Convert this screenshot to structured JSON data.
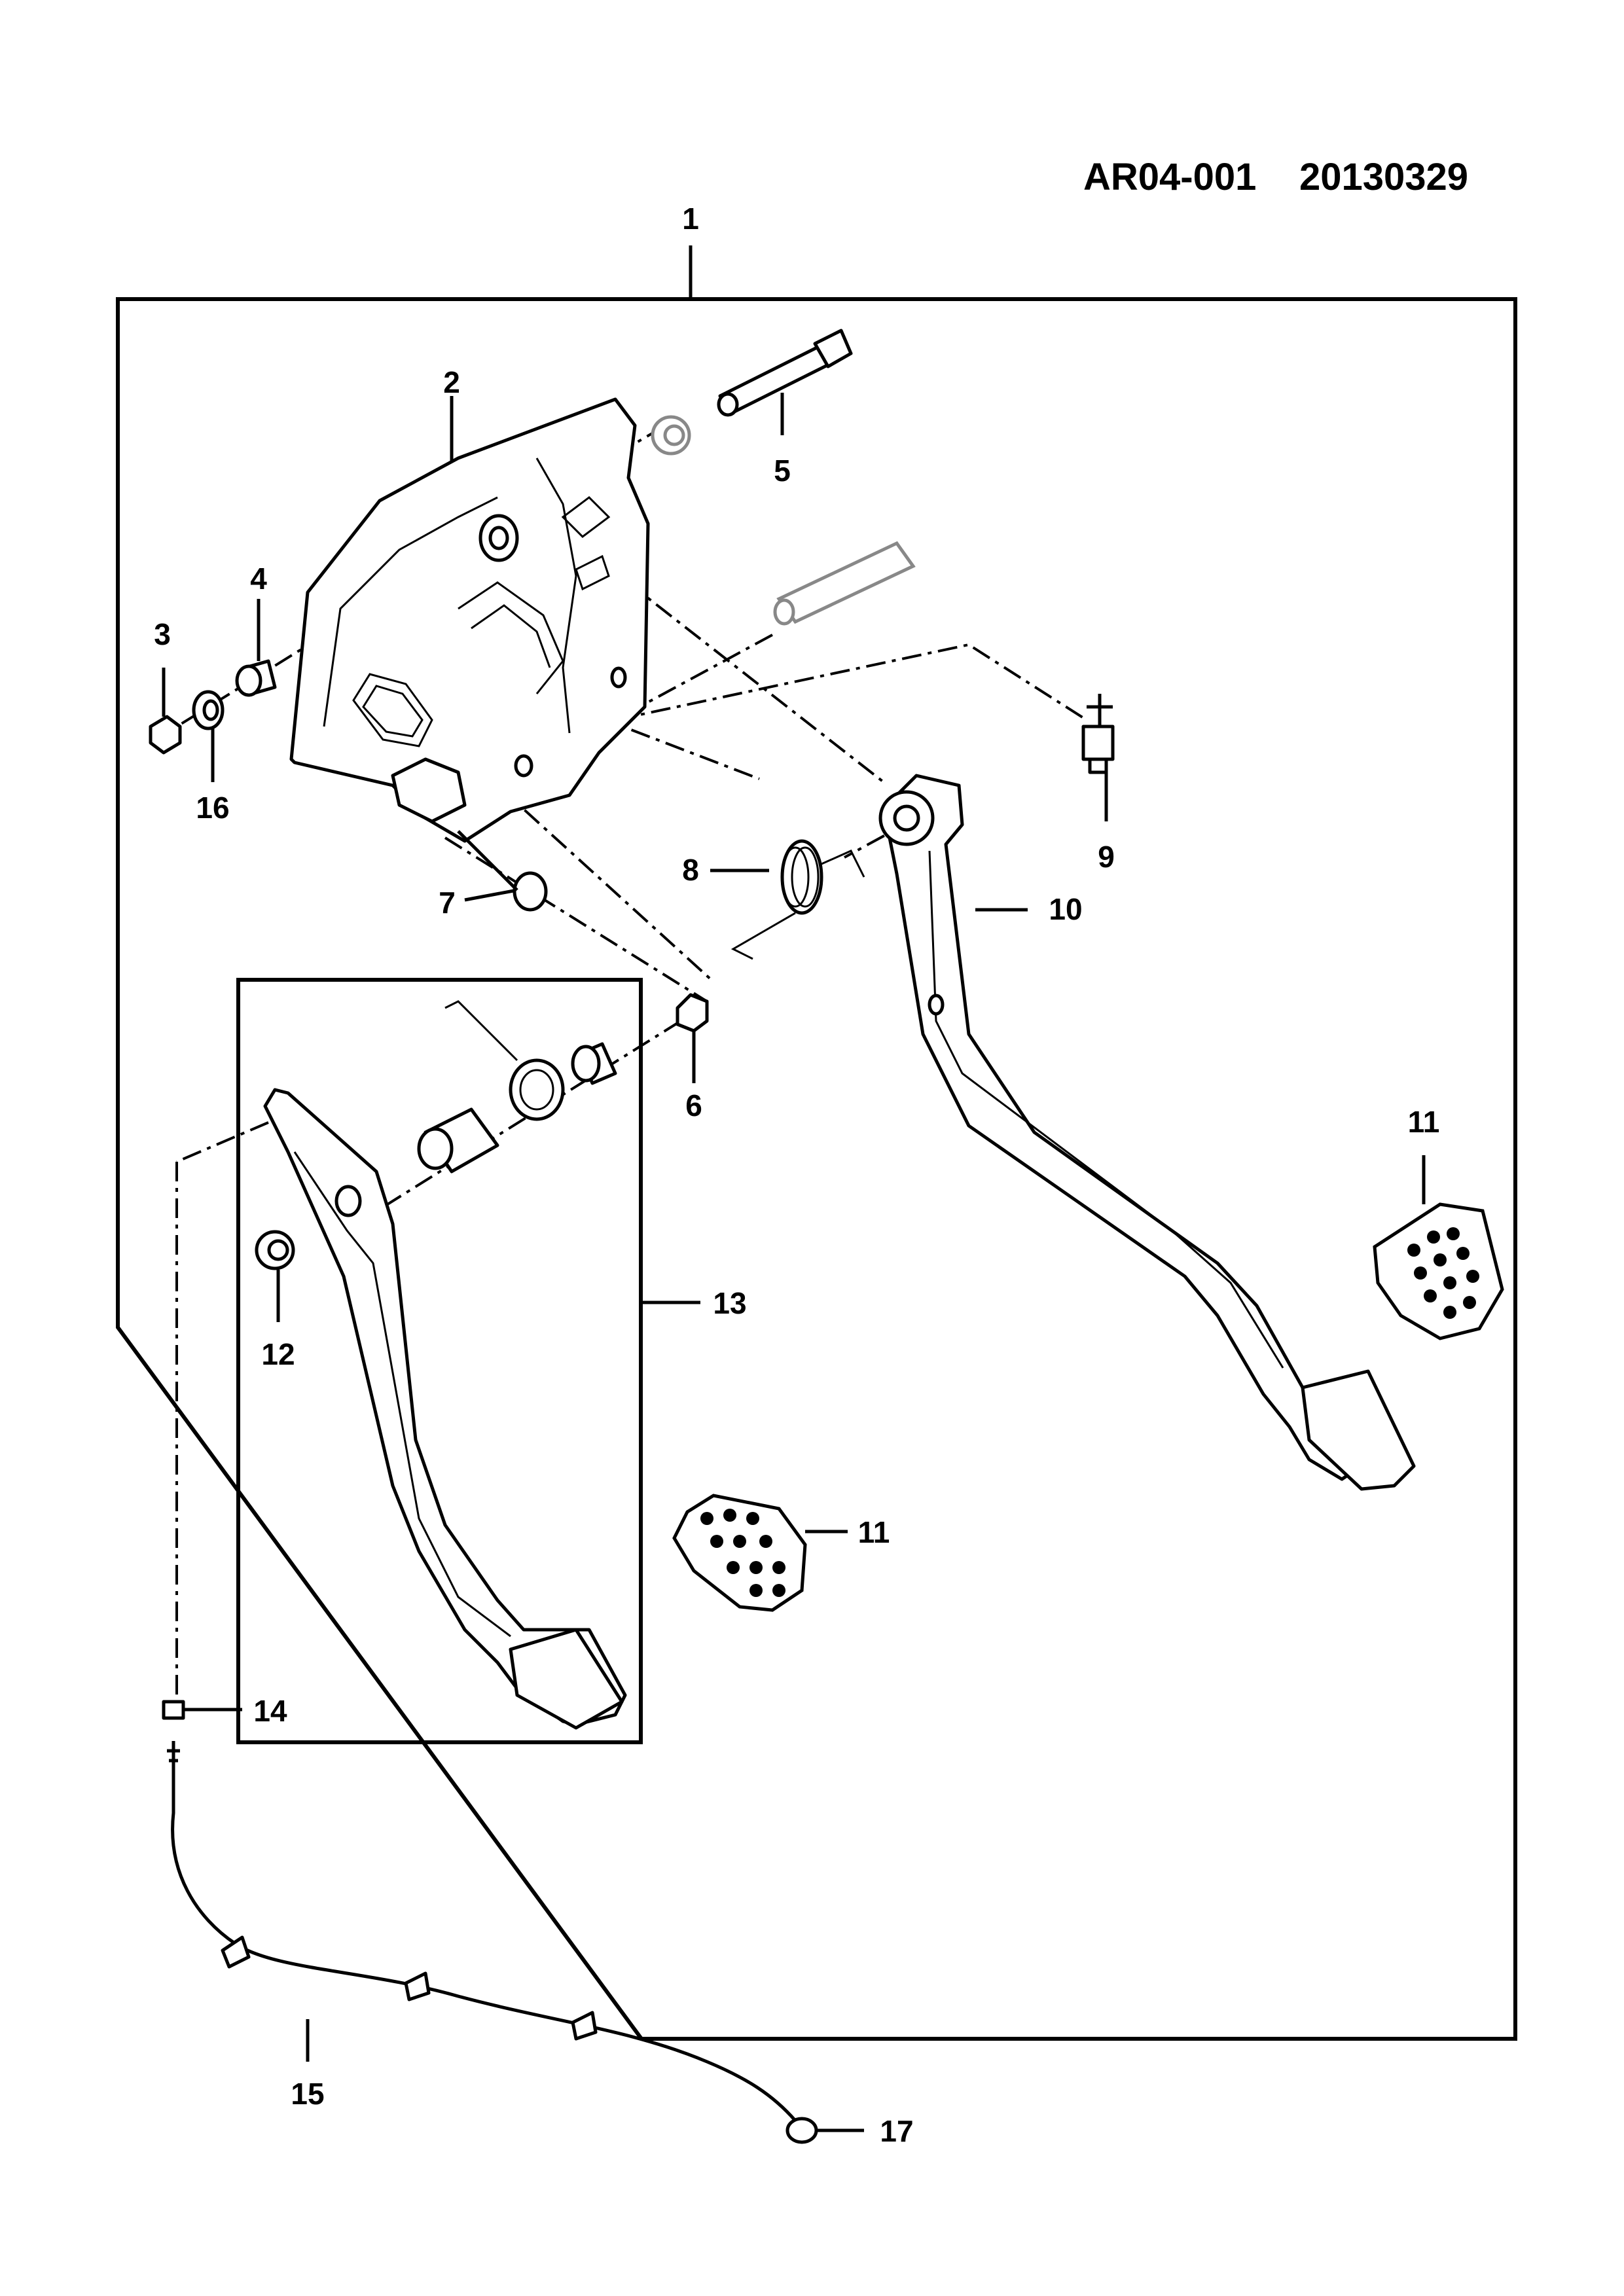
{
  "document_id": "AR04-001",
  "document_date": "20130329",
  "callouts": [
    {
      "id": "1",
      "part": "assembly-frame"
    },
    {
      "id": "2",
      "part": "bracket"
    },
    {
      "id": "3",
      "part": "nut"
    },
    {
      "id": "4",
      "part": "bushing"
    },
    {
      "id": "5",
      "part": "bolt"
    },
    {
      "id": "6",
      "part": "nut"
    },
    {
      "id": "7",
      "part": "stopper"
    },
    {
      "id": "8",
      "part": "return-spring"
    },
    {
      "id": "9",
      "part": "switch"
    },
    {
      "id": "10",
      "part": "brake-pedal"
    },
    {
      "id": "11",
      "part": "pedal-pad"
    },
    {
      "id": "11",
      "part": "pedal-pad"
    },
    {
      "id": "12",
      "part": "bushing"
    },
    {
      "id": "13",
      "part": "clutch-pedal-assembly"
    },
    {
      "id": "14",
      "part": "clip"
    },
    {
      "id": "15",
      "part": "cable"
    },
    {
      "id": "16",
      "part": "washer"
    },
    {
      "id": "17",
      "part": "grommet"
    }
  ]
}
